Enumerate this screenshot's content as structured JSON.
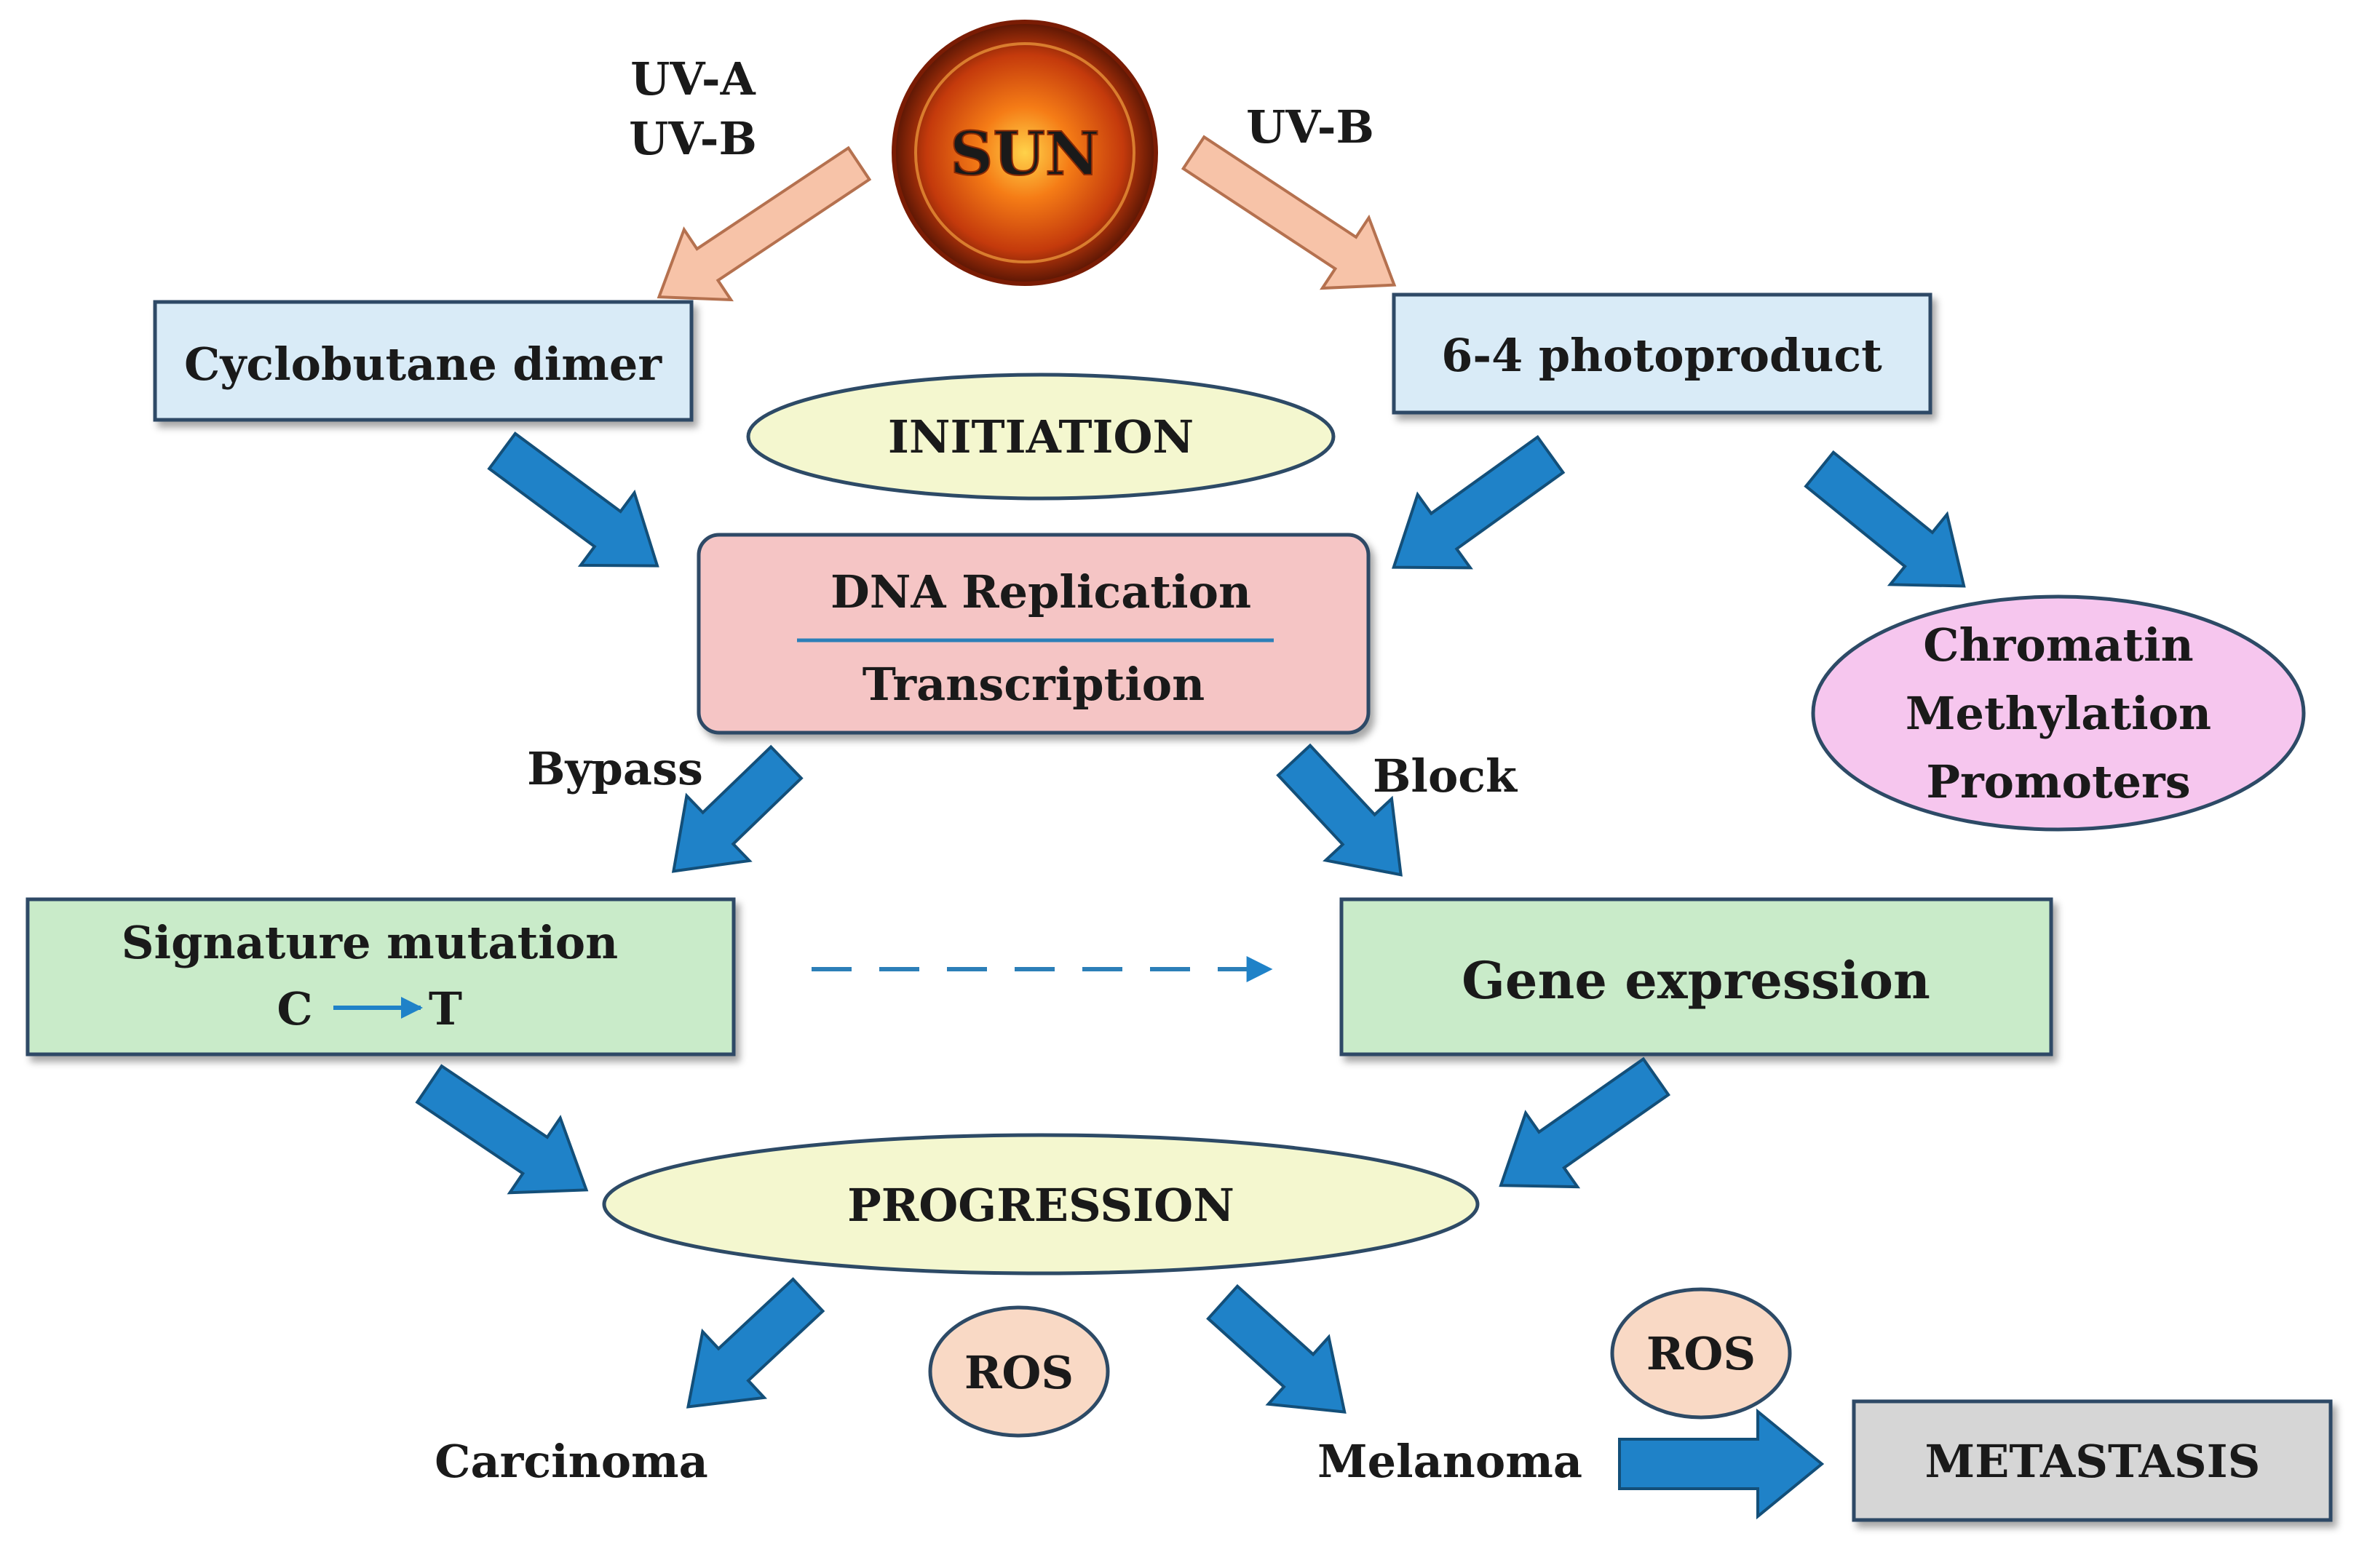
{
  "sun": {
    "label": "SUN"
  },
  "uv_left": {
    "line1": "UV-A",
    "line2": "UV-B"
  },
  "uv_right": {
    "label": "UV-B"
  },
  "cyclobutane": {
    "label": "Cyclobutane dimer"
  },
  "photoproduct": {
    "label": "6-4 photoproduct"
  },
  "initiation": {
    "label": "INITIATION"
  },
  "dna": {
    "top": "DNA Replication",
    "bottom": "Transcription"
  },
  "epigenetic": {
    "line1": "Chromatin",
    "line2": "Methylation",
    "line3": "Promoters"
  },
  "bypass": {
    "label": "Bypass"
  },
  "block": {
    "label": "Block"
  },
  "signature": {
    "line1": "Signature mutation",
    "from": "C",
    "to": "T"
  },
  "gene_expression": {
    "label": "Gene expression"
  },
  "progression": {
    "label": "PROGRESSION"
  },
  "ros_left": {
    "label": "ROS"
  },
  "ros_right": {
    "label": "ROS"
  },
  "carcinoma": {
    "label": "Carcinoma"
  },
  "melanoma": {
    "label": "Melanoma"
  },
  "metastasis": {
    "label": "METASTASIS"
  },
  "colors": {
    "uv_arrow": "#f7c3a8",
    "flow_arrow": "#1f82c8",
    "lightblue_box": "#d9ebf7",
    "green_box": "#c9ebc9",
    "pink_box": "#f5c5c5",
    "yellow_ellipse": "#f4f7cf",
    "magenta_ellipse": "#f6c6ee",
    "ros_circle": "#f9d9c5",
    "grey_box": "#d6d6d6"
  }
}
